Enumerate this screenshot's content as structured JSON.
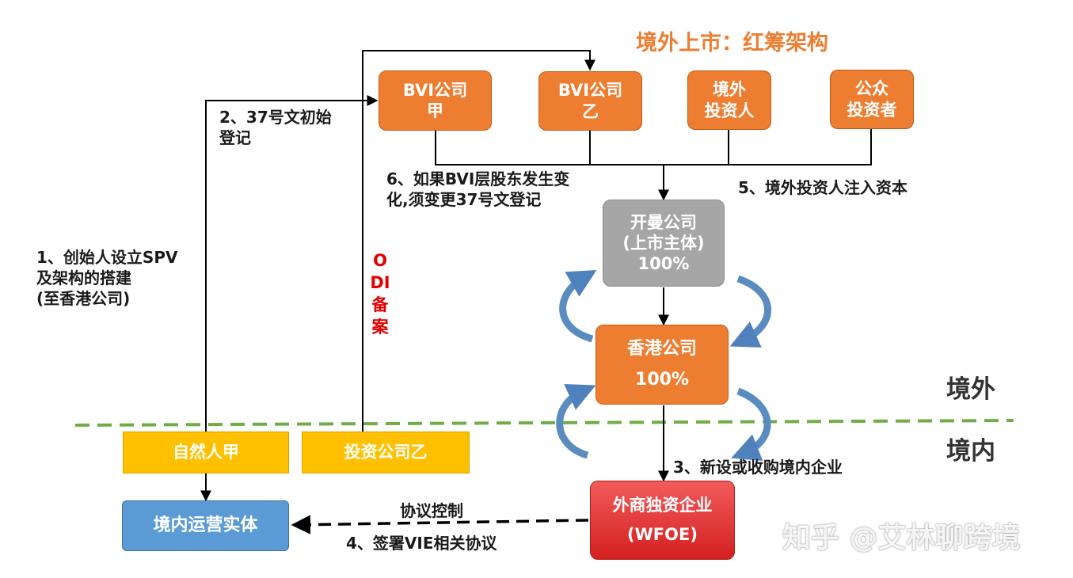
{
  "title": "境外上市：红筹架构",
  "boxes": {
    "bvi_a": [
      "BVI公司",
      "甲"
    ],
    "bvi_b": [
      "BVI公司",
      "乙"
    ],
    "foreign_investor": [
      "境外",
      "投资人"
    ],
    "public_investor": [
      "公众",
      "投资者"
    ],
    "cayman": [
      "开曼公司",
      "(上市主体)",
      "100%"
    ],
    "hongkong": [
      "香港公司",
      "100%"
    ],
    "person_a": "自然人甲",
    "invest_co_b": "投资公司乙",
    "domestic_entity": "境内运营实体",
    "wfoe": [
      "外商独资企业",
      "(WFOE)"
    ]
  },
  "labels": {
    "step1": [
      "1、创始人设立SPV",
      "及架构的搭建",
      "(至香港公司)"
    ],
    "step2": [
      "2、37号文初始",
      "登记"
    ],
    "step3": "3、新设或收购境内企业",
    "step4": "4、签署VIE相关协议",
    "step5": "5、境外投资人注入资本",
    "step6": [
      "6、如果BVI层股东发生变",
      "化,须变更37号文登记"
    ],
    "odi": "ODI备案",
    "agreement_control": "协议控制"
  },
  "regions": {
    "offshore": "境外",
    "onshore": "境内"
  },
  "watermark": "知乎 @艾林聊跨境",
  "colors": {
    "orange": "#ed7d31",
    "gray": "#a6a6a6",
    "yellow": "#ffc000",
    "blue": "#5b9bd5",
    "red": "#d42020",
    "border_line": "#70ad47",
    "odi_text": "#e00000",
    "curved_arrow": "#5b8cc0"
  }
}
